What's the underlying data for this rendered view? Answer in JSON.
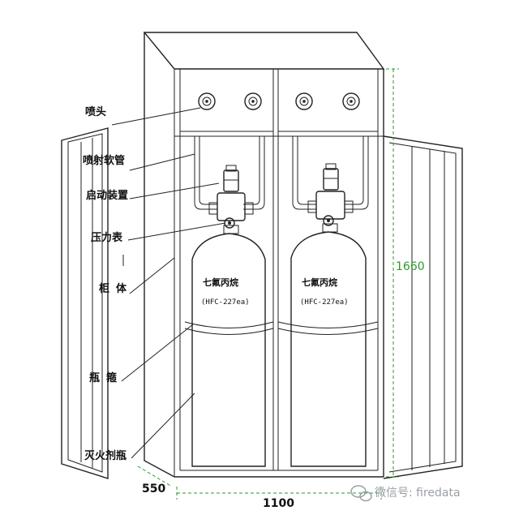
{
  "labels": {
    "nozzle": "喷头",
    "spray_hose": "喷射软管",
    "actuator": "启动装置",
    "pressure_gauge": "压力表",
    "cabinet_body": "柜体",
    "bottle_bracket": "瓶箍",
    "extinguisher_bottle": "灭火剂瓶"
  },
  "cylinders": [
    {
      "agent": "七氟丙烷",
      "formula": "(HFC-227ea)"
    },
    {
      "agent": "七氟丙烷",
      "formula": "(HFC-227ea)"
    }
  ],
  "dimensions": {
    "height": "1660",
    "depth": "550",
    "width": "1100"
  },
  "watermark": {
    "text": "微信号: firedata",
    "icon": "wechat-icon"
  },
  "colors": {
    "line": "#222222",
    "dimension_green": "#2a9a2a",
    "watermark": "#9aa0a6"
  }
}
